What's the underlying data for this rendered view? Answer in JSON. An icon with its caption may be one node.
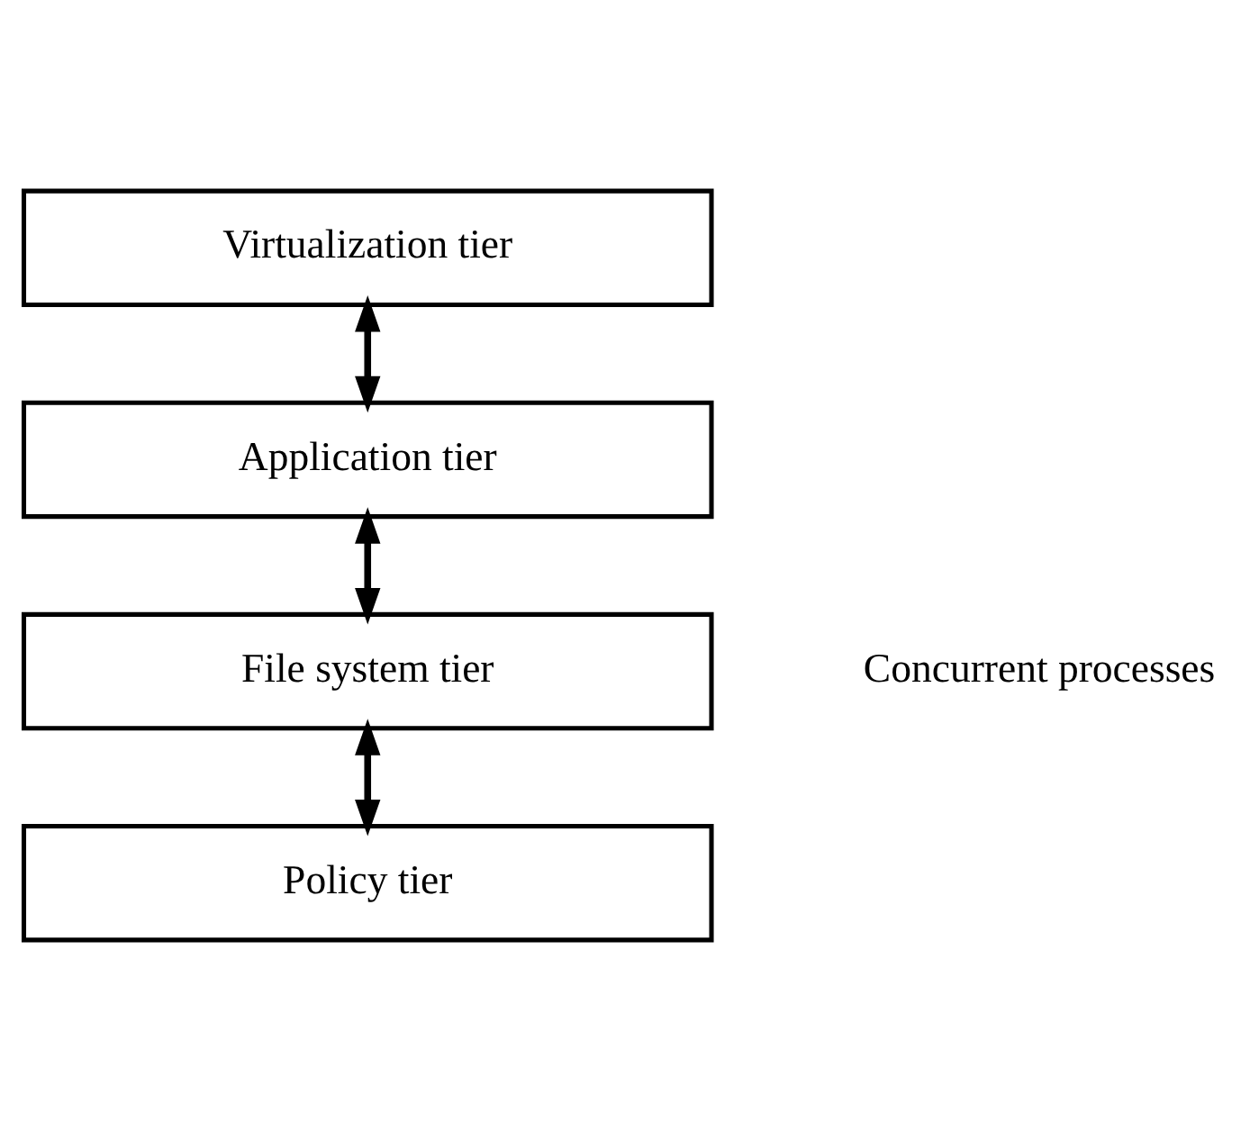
{
  "diagram": {
    "nodes": [
      {
        "text": [
          "Virtualization tier"
        ]
      },
      {
        "text": [
          "Application tier"
        ]
      },
      {
        "text": [
          "File system tier"
        ]
      },
      {
        "text": [
          "Policy tier"
        ]
      }
    ],
    "edges": [
      {
        "from": 0,
        "to": 1,
        "arrow": "both"
      },
      {
        "from": 1,
        "to": 2,
        "arrow": "both"
      },
      {
        "from": 2,
        "to": 3,
        "arrow": "both"
      }
    ],
    "labels": [
      "Concurrent processes"
    ]
  }
}
